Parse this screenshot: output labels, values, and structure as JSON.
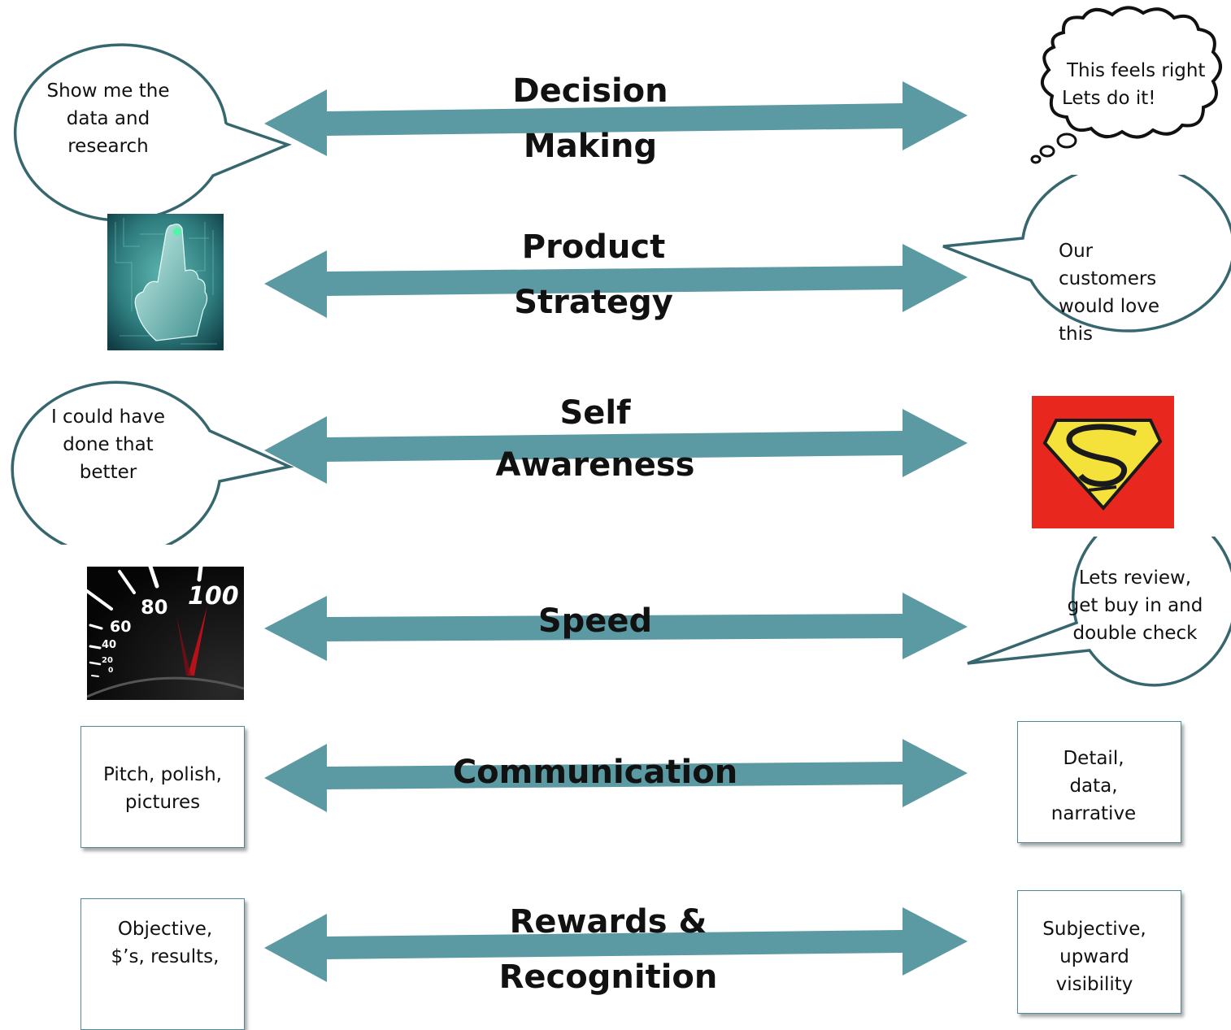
{
  "rows": [
    {
      "lines": [
        "Decision",
        "Making"
      ]
    },
    {
      "lines": [
        "Product",
        "Strategy"
      ]
    },
    {
      "lines": [
        "Self",
        "Awareness"
      ]
    },
    {
      "lines": [
        "Speed"
      ]
    },
    {
      "lines": [
        "Communication"
      ]
    },
    {
      "lines": [
        "Rewards &",
        "Recognition"
      ]
    }
  ],
  "callouts": {
    "data_research": [
      "Show me the",
      "data and",
      "research"
    ],
    "feels_right": [
      "This feels right",
      "Lets do it!"
    ],
    "customers": [
      "Our",
      "customers",
      "would love",
      "this"
    ],
    "could_better": [
      "I could have",
      "done that",
      "better"
    ],
    "review": [
      "Lets review,",
      "get buy in and",
      "double check"
    ]
  },
  "boxes": {
    "pitch": [
      "Pitch, polish,",
      "pictures"
    ],
    "detail": [
      "Detail,",
      "data,",
      "narrative"
    ],
    "objective": [
      "Objective,",
      "$’s, results,"
    ],
    "subjective": [
      "Subjective,",
      "upward",
      "visibility"
    ]
  },
  "speedometer": {
    "labels": [
      "100",
      "80",
      "60",
      "40",
      "20",
      "0"
    ]
  },
  "colors": {
    "arrow": "#5b9aa2",
    "bubble_stroke": "#37676e",
    "superman_bg": "#e8281e",
    "superman_shield": "#f4e23a"
  }
}
